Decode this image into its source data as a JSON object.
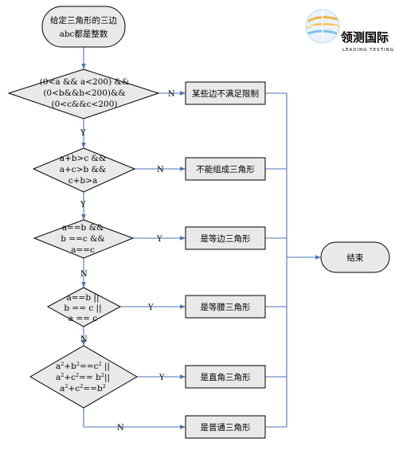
{
  "start": {
    "lines": [
      "给定三角形的三边",
      "abc都是整数"
    ]
  },
  "decisions": [
    {
      "lines": [
        "(0<a && a<200) &&",
        "(0<b&&b<200)&&",
        "(0<c&&c<200)"
      ]
    },
    {
      "lines": [
        "a+b>c &&",
        "a+c>b &&",
        "c+b>a"
      ]
    },
    {
      "lines": [
        "a==b &&",
        "b ==c &&",
        "a==c"
      ]
    },
    {
      "lines": [
        "a==b ||",
        "b == c ||",
        "a == c"
      ]
    }
  ],
  "decision5": {
    "line1": {
      "p1": "a",
      "p2": "+b",
      "p3": "==c",
      "p4": " ||"
    },
    "line2": {
      "p1": "a",
      "p2": "+c",
      "p3": "== b",
      "p4": "||"
    },
    "line3": {
      "p1": "a",
      "p2": "+c",
      "p3": "==b"
    },
    "exp": "2"
  },
  "results": [
    "某些边不满足限制",
    "不能组成三角形",
    "是等边三角形",
    "是等腰三角形",
    "是直角三角形",
    "是普通三角形"
  ],
  "end": {
    "label": "结束"
  },
  "edge_labels": {
    "yes": "Y",
    "no": "N"
  },
  "logo": {
    "name": "领测国际",
    "subtitle": "LEADING TESTING"
  },
  "colors": {
    "node_fill": "#e9e9e9",
    "node_stroke": "#000000",
    "connector": "#4a76b5",
    "logo_text": "#0f86c5"
  }
}
